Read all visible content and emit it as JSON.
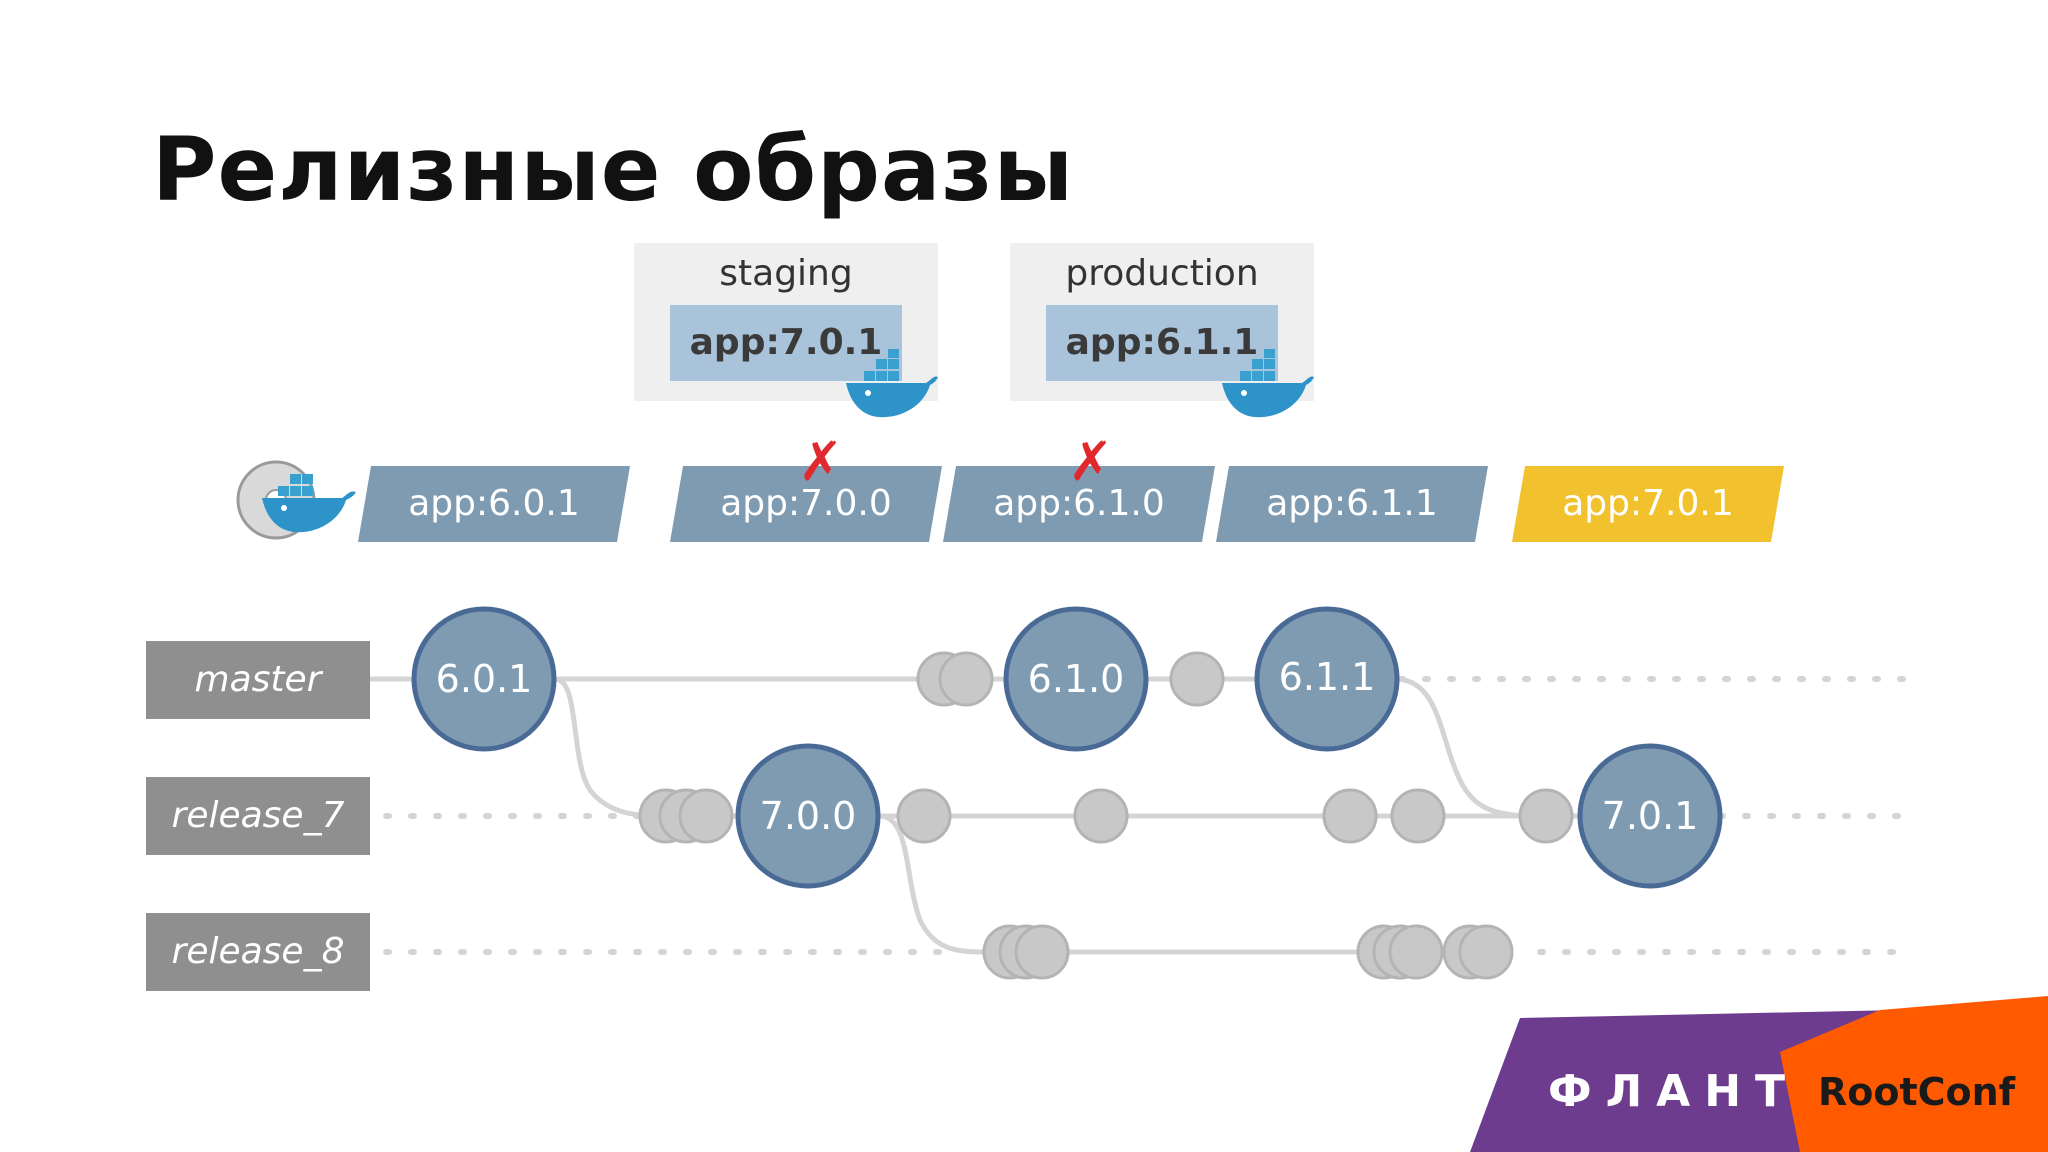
{
  "title": "Релизные образы",
  "environments": [
    {
      "label": "staging",
      "image": "app:7.0.1"
    },
    {
      "label": "production",
      "image": "app:6.1.1"
    }
  ],
  "registry": {
    "icon": "docker-registry-icon",
    "tags": [
      {
        "label": "app:6.0.1",
        "removed": false,
        "current": false
      },
      {
        "label": "app:7.0.0",
        "removed": true,
        "current": false
      },
      {
        "label": "app:6.1.0",
        "removed": true,
        "current": false
      },
      {
        "label": "app:6.1.1",
        "removed": false,
        "current": false
      },
      {
        "label": "app:7.0.1",
        "removed": false,
        "current": true
      }
    ],
    "removed_mark": "✗"
  },
  "branches": [
    {
      "label": "master"
    },
    {
      "label": "release_7"
    },
    {
      "label": "release_8"
    }
  ],
  "releases": [
    {
      "label": "6.0.1",
      "branch": "master"
    },
    {
      "label": "6.1.0",
      "branch": "master"
    },
    {
      "label": "6.1.1",
      "branch": "master"
    },
    {
      "label": "7.0.0",
      "branch": "release_7"
    },
    {
      "label": "7.0.1",
      "branch": "release_7"
    }
  ],
  "logos": {
    "flant": "ФЛАНТ",
    "rootconf": "RootConf"
  },
  "colors": {
    "tag": "#7f9bb2",
    "tag_current": "#f2c12e",
    "release_node": "#7f9bb2",
    "release_node_border": "#4a6a96",
    "commit": "#c8c8c8",
    "branch_label": "#8f8f8f",
    "removed_mark": "#e0282d",
    "flant": "#6e3c8e",
    "rootconf": "#ff5a00"
  }
}
